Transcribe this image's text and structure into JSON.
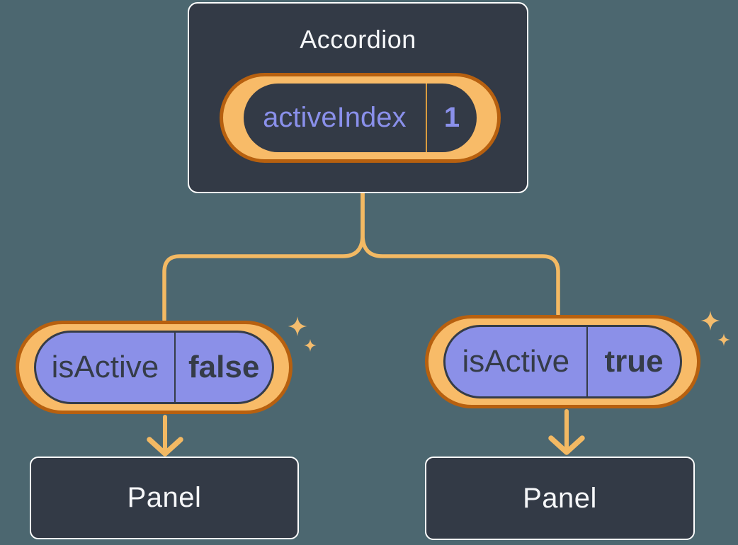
{
  "theme": {
    "background": "#4C6770",
    "node_fill": "#333A46",
    "node_border": "#FFFFFF",
    "node_text": "#F6F7F9",
    "ring_light": "#F8BB68",
    "ring_dark": "#B7600F",
    "connector": "#F3B963",
    "sparkle": "#F4BC6D",
    "pill_purple": "#8B90E8",
    "purple_text": "#8A90EB",
    "dark_text": "#353C48",
    "state_divider": "#DB9C3F"
  },
  "accordion": {
    "title": "Accordion",
    "state": {
      "name": "activeIndex",
      "value": "1"
    }
  },
  "children": [
    {
      "prop_name": "isActive",
      "prop_value": "false",
      "panel": "Panel"
    },
    {
      "prop_name": "isActive",
      "prop_value": "true",
      "panel": "Panel"
    }
  ]
}
